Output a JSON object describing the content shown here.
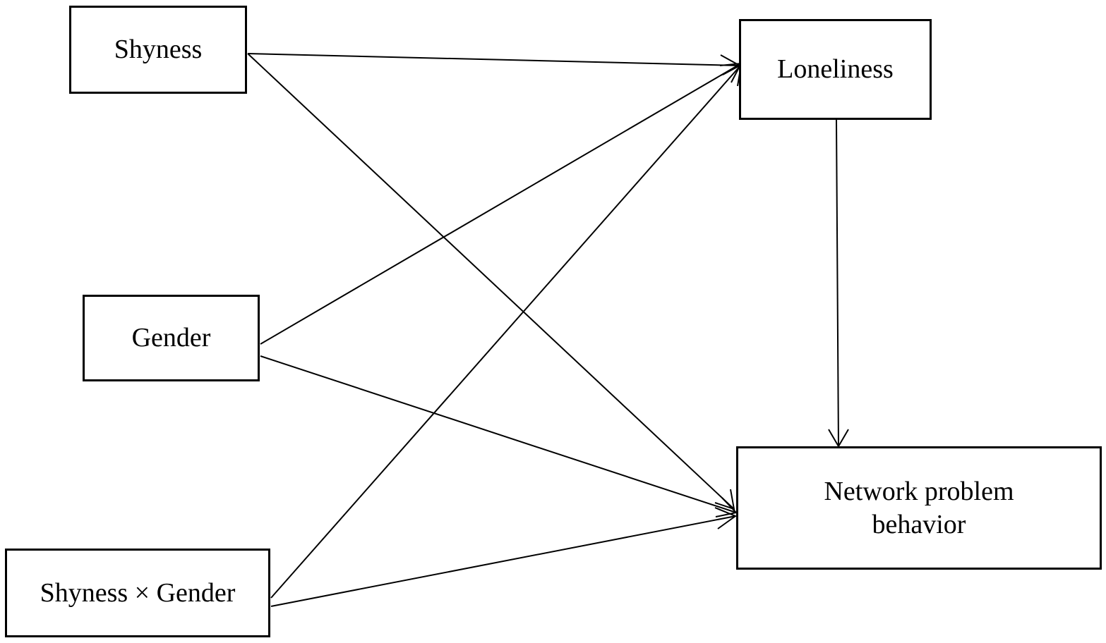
{
  "nodes": {
    "shyness": "Shyness",
    "gender": "Gender",
    "interaction": "Shyness × Gender",
    "loneliness": "Loneliness",
    "outcome_line1": "Network problem",
    "outcome_line2": "behavior"
  },
  "paths": [
    {
      "from": "shyness",
      "to": "loneliness"
    },
    {
      "from": "shyness",
      "to": "outcome"
    },
    {
      "from": "gender",
      "to": "loneliness"
    },
    {
      "from": "gender",
      "to": "outcome"
    },
    {
      "from": "interaction",
      "to": "loneliness"
    },
    {
      "from": "interaction",
      "to": "outcome"
    },
    {
      "from": "loneliness",
      "to": "outcome"
    }
  ]
}
